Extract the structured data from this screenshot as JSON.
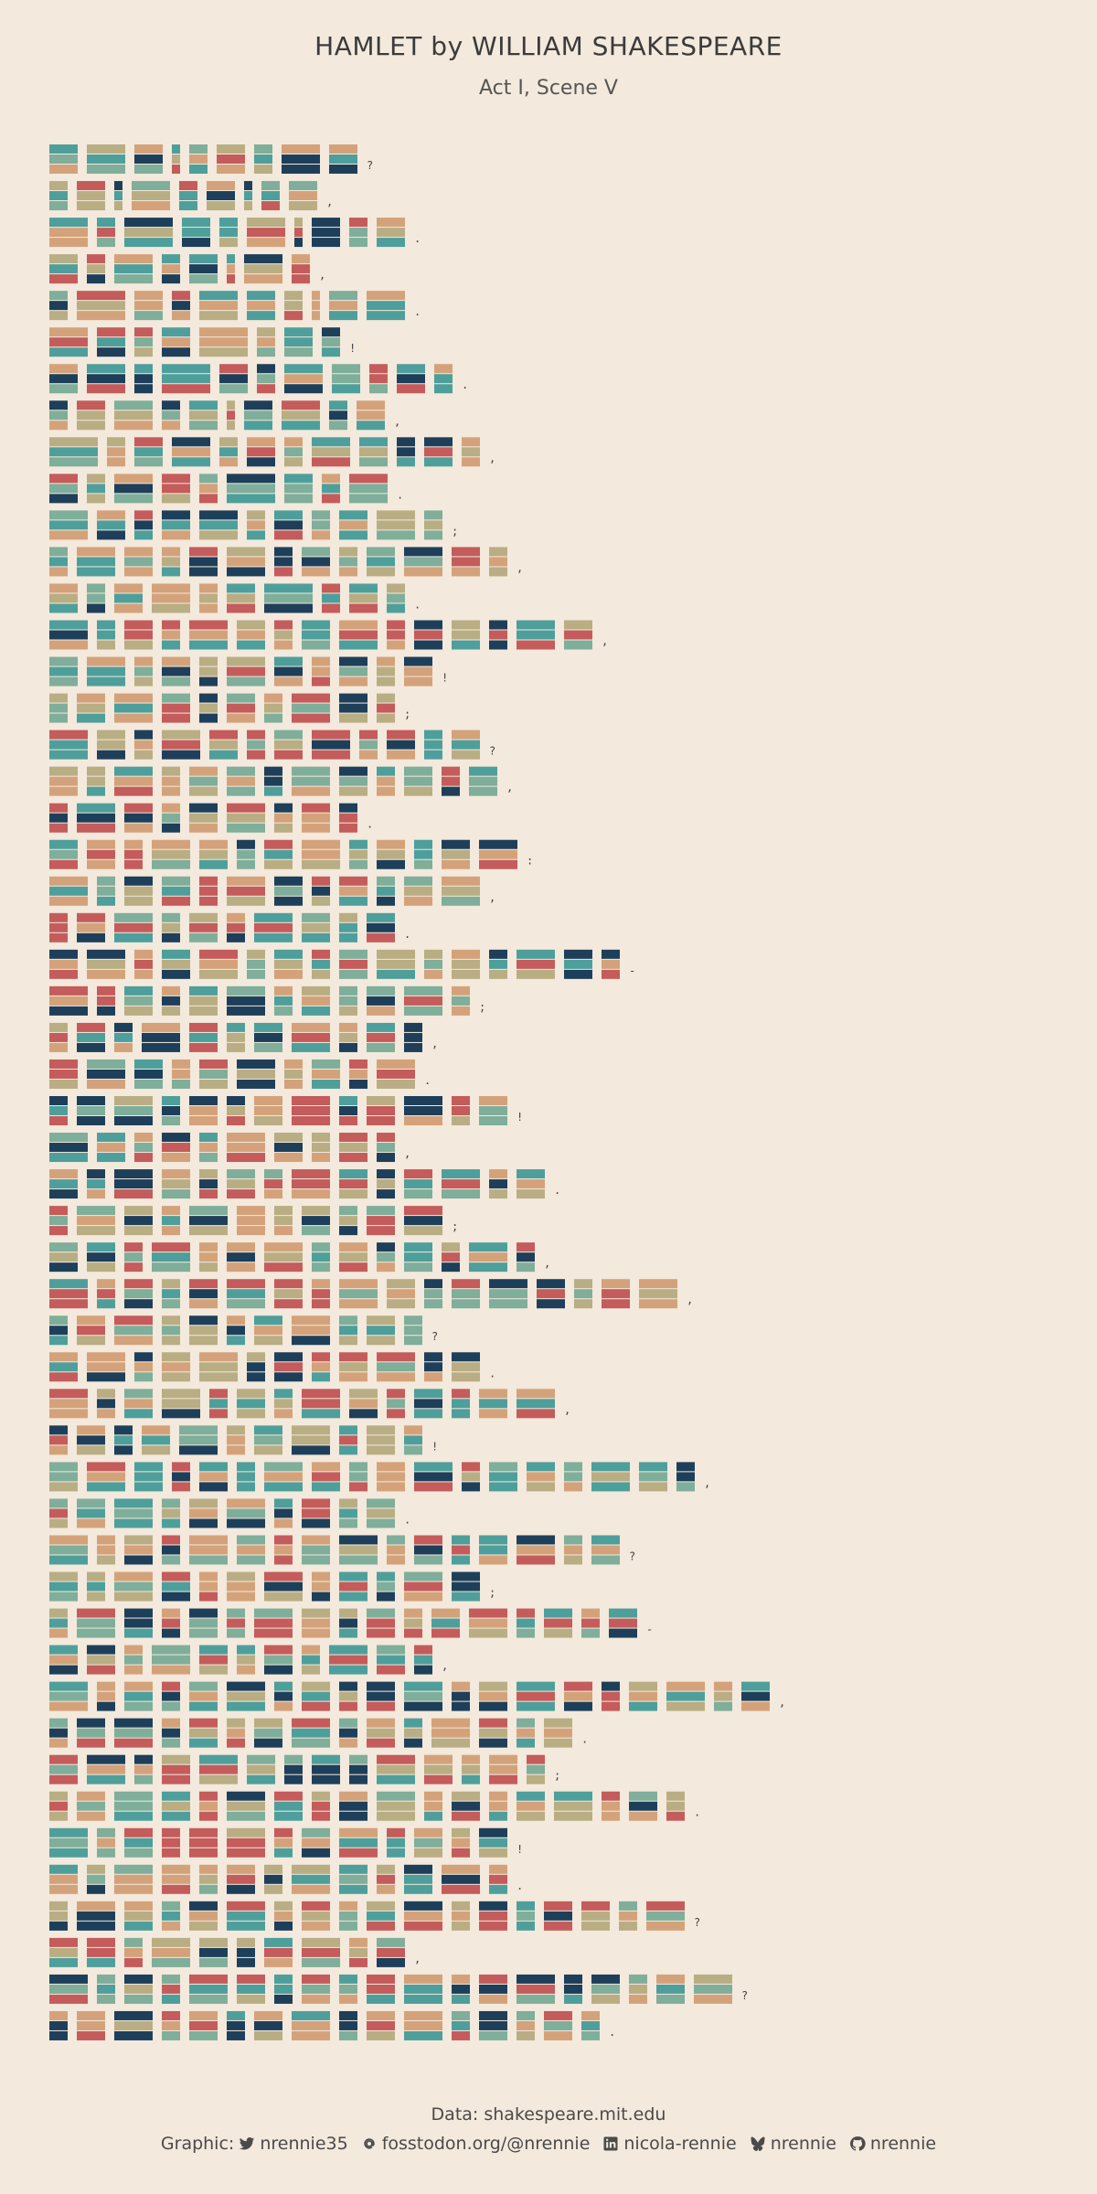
{
  "chart_data": {
    "type": "heatmap",
    "title": "HAMLET by WILLIAM SHAKESPEARE",
    "subtitle": "Act I, Scene V",
    "xlabel": "",
    "ylabel": "",
    "grid": false,
    "legend": "none",
    "palette": [
      "#d4a27a",
      "#b9ad83",
      "#4e9f9b",
      "#7fae9a",
      "#c45c5c",
      "#1e3f5a"
    ],
    "rows": [
      {
        "lengths": [
          3,
          4,
          3,
          1,
          2,
          3,
          2,
          4,
          3
        ],
        "end": "?"
      },
      {
        "lengths": [
          2,
          3,
          1,
          4,
          2,
          3,
          1,
          2,
          3
        ],
        "end": ","
      },
      {
        "lengths": [
          4,
          2,
          5,
          3,
          2,
          4,
          1,
          3,
          2,
          3
        ],
        "end": "."
      },
      {
        "lengths": [
          3,
          2,
          4,
          2,
          3,
          1,
          4,
          2
        ],
        "end": ","
      },
      {
        "lengths": [
          2,
          5,
          3,
          2,
          4,
          3,
          2,
          1,
          3,
          4
        ],
        "end": "."
      },
      {
        "lengths": [
          4,
          3,
          2,
          3,
          5,
          2,
          3,
          2
        ],
        "end": "!"
      },
      {
        "lengths": [
          3,
          4,
          2,
          5,
          3,
          2,
          4,
          3,
          2,
          3,
          2
        ],
        "end": "."
      },
      {
        "lengths": [
          2,
          3,
          4,
          2,
          3,
          1,
          3,
          4,
          2,
          3
        ],
        "end": ","
      },
      {
        "lengths": [
          5,
          2,
          3,
          4,
          2,
          3,
          2,
          4,
          3,
          2,
          3,
          2
        ],
        "end": ","
      },
      {
        "lengths": [
          3,
          2,
          4,
          3,
          2,
          5,
          3,
          2,
          4
        ],
        "end": "."
      },
      {
        "lengths": [
          4,
          3,
          2,
          3,
          4,
          2,
          3,
          2,
          3,
          4,
          2
        ],
        "end": ";"
      },
      {
        "lengths": [
          2,
          4,
          3,
          2,
          3,
          4,
          2,
          3,
          2,
          3,
          4,
          3,
          2
        ],
        "end": ","
      },
      {
        "lengths": [
          3,
          2,
          3,
          4,
          2,
          3,
          5,
          2,
          3,
          2
        ],
        "end": "."
      },
      {
        "lengths": [
          4,
          2,
          3,
          2,
          4,
          3,
          2,
          3,
          4,
          2,
          3,
          3,
          2,
          4,
          3
        ],
        "end": ","
      },
      {
        "lengths": [
          3,
          4,
          2,
          3,
          2,
          4,
          3,
          2,
          3,
          2,
          3
        ],
        "end": "!"
      },
      {
        "lengths": [
          2,
          3,
          4,
          3,
          2,
          3,
          2,
          4,
          3,
          2
        ],
        "end": ";"
      },
      {
        "lengths": [
          4,
          3,
          2,
          4,
          3,
          2,
          3,
          4,
          2,
          3,
          2,
          3
        ],
        "end": "?"
      },
      {
        "lengths": [
          3,
          2,
          4,
          2,
          3,
          3,
          2,
          4,
          3,
          2,
          3,
          2,
          3
        ],
        "end": ","
      },
      {
        "lengths": [
          2,
          4,
          3,
          2,
          3,
          4,
          2,
          3,
          2
        ],
        "end": "."
      },
      {
        "lengths": [
          3,
          3,
          2,
          4,
          3,
          2,
          3,
          4,
          2,
          3,
          2,
          3,
          4
        ],
        "end": ":"
      },
      {
        "lengths": [
          4,
          2,
          3,
          3,
          2,
          4,
          3,
          2,
          3,
          2,
          3,
          4
        ],
        "end": ","
      },
      {
        "lengths": [
          2,
          3,
          4,
          2,
          3,
          2,
          4,
          3,
          2,
          3
        ],
        "end": "."
      },
      {
        "lengths": [
          3,
          4,
          2,
          3,
          4,
          2,
          3,
          2,
          3,
          4,
          2,
          3,
          2,
          4,
          3,
          2
        ],
        "end": "-"
      },
      {
        "lengths": [
          4,
          2,
          3,
          2,
          3,
          4,
          2,
          3,
          2,
          3,
          4,
          2
        ],
        "end": ";"
      },
      {
        "lengths": [
          2,
          3,
          2,
          4,
          3,
          2,
          3,
          4,
          2,
          3,
          2
        ],
        "end": ","
      },
      {
        "lengths": [
          3,
          4,
          3,
          2,
          3,
          4,
          2,
          3,
          2,
          4
        ],
        "end": "."
      },
      {
        "lengths": [
          2,
          3,
          4,
          2,
          3,
          2,
          3,
          4,
          2,
          3,
          4,
          2,
          3
        ],
        "end": "!"
      },
      {
        "lengths": [
          4,
          3,
          2,
          3,
          2,
          4,
          3,
          2,
          3,
          2
        ],
        "end": ","
      },
      {
        "lengths": [
          3,
          2,
          4,
          3,
          2,
          3,
          2,
          4,
          3,
          2,
          3,
          4,
          2,
          3
        ],
        "end": "."
      },
      {
        "lengths": [
          2,
          4,
          3,
          2,
          4,
          3,
          2,
          3,
          2,
          3,
          4
        ],
        "end": ";"
      },
      {
        "lengths": [
          3,
          3,
          2,
          4,
          2,
          3,
          4,
          2,
          3,
          2,
          3,
          2,
          4,
          2
        ],
        "end": ","
      },
      {
        "lengths": [
          4,
          2,
          3,
          2,
          3,
          4,
          3,
          2,
          4,
          3,
          2,
          3,
          4,
          3,
          2,
          3,
          4
        ],
        "end": ","
      },
      {
        "lengths": [
          2,
          3,
          4,
          2,
          3,
          2,
          3,
          4,
          2,
          3,
          2
        ],
        "end": "?"
      },
      {
        "lengths": [
          3,
          4,
          2,
          3,
          4,
          2,
          3,
          2,
          3,
          4,
          2,
          3
        ],
        "end": "."
      },
      {
        "lengths": [
          4,
          2,
          3,
          4,
          2,
          3,
          2,
          4,
          3,
          2,
          3,
          2,
          3,
          4
        ],
        "end": ","
      },
      {
        "lengths": [
          2,
          3,
          2,
          3,
          4,
          2,
          3,
          4,
          2,
          3,
          2
        ],
        "end": "!"
      },
      {
        "lengths": [
          3,
          4,
          3,
          2,
          3,
          2,
          4,
          3,
          2,
          3,
          4,
          2,
          3,
          3,
          2,
          4,
          3,
          2
        ],
        "end": ","
      },
      {
        "lengths": [
          2,
          3,
          4,
          2,
          3,
          4,
          2,
          3,
          2,
          3
        ],
        "end": "."
      },
      {
        "lengths": [
          4,
          2,
          3,
          2,
          4,
          3,
          2,
          3,
          4,
          2,
          3,
          2,
          3,
          4,
          2,
          3
        ],
        "end": "?"
      },
      {
        "lengths": [
          3,
          2,
          4,
          3,
          2,
          3,
          4,
          2,
          3,
          2,
          4,
          3
        ],
        "end": ";"
      },
      {
        "lengths": [
          2,
          4,
          3,
          2,
          3,
          2,
          4,
          3,
          2,
          3,
          2,
          3,
          4,
          2,
          3,
          2,
          3
        ],
        "end": "-"
      },
      {
        "lengths": [
          3,
          3,
          2,
          4,
          3,
          2,
          3,
          2,
          4,
          3,
          2
        ],
        "end": ","
      },
      {
        "lengths": [
          4,
          2,
          3,
          2,
          3,
          4,
          2,
          3,
          2,
          3,
          4,
          2,
          3,
          4,
          3,
          2,
          3,
          4,
          2,
          3
        ],
        "end": ","
      },
      {
        "lengths": [
          2,
          3,
          4,
          2,
          3,
          2,
          3,
          4,
          2,
          3,
          2,
          4,
          3,
          2,
          3
        ],
        "end": "."
      },
      {
        "lengths": [
          3,
          4,
          2,
          3,
          4,
          3,
          2,
          3,
          2,
          4,
          3,
          2,
          3,
          2
        ],
        "end": ";"
      },
      {
        "lengths": [
          2,
          3,
          4,
          3,
          2,
          4,
          3,
          2,
          3,
          4,
          2,
          3,
          2,
          3,
          4,
          2,
          3,
          2
        ],
        "end": "."
      },
      {
        "lengths": [
          4,
          2,
          3,
          2,
          3,
          4,
          2,
          3,
          4,
          2,
          3,
          2,
          3
        ],
        "end": "!"
      },
      {
        "lengths": [
          3,
          2,
          4,
          3,
          2,
          3,
          2,
          4,
          3,
          2,
          3,
          4,
          2
        ],
        "end": "."
      },
      {
        "lengths": [
          2,
          4,
          3,
          2,
          3,
          4,
          2,
          3,
          2,
          3,
          4,
          2,
          3,
          2,
          3,
          3,
          2,
          4
        ],
        "end": "?"
      },
      {
        "lengths": [
          3,
          3,
          2,
          4,
          3,
          2,
          3,
          4,
          2,
          3
        ],
        "end": ","
      },
      {
        "lengths": [
          4,
          2,
          3,
          2,
          4,
          3,
          2,
          3,
          2,
          3,
          4,
          2,
          3,
          4,
          2,
          3,
          2,
          3,
          4
        ],
        "end": "?"
      },
      {
        "lengths": [
          2,
          3,
          4,
          2,
          3,
          2,
          3,
          4,
          2,
          3,
          4,
          2,
          3,
          2,
          3,
          2
        ],
        "end": "."
      }
    ]
  },
  "caption": "Data: shakespeare.mit.edu",
  "credits": {
    "graphic_label": "Graphic:",
    "twitter": "nrennie35",
    "mastodon": "fosstodon.org/@nrennie",
    "linkedin": "nicola-rennie",
    "bluesky": "nrennie",
    "github": "nrennie"
  }
}
